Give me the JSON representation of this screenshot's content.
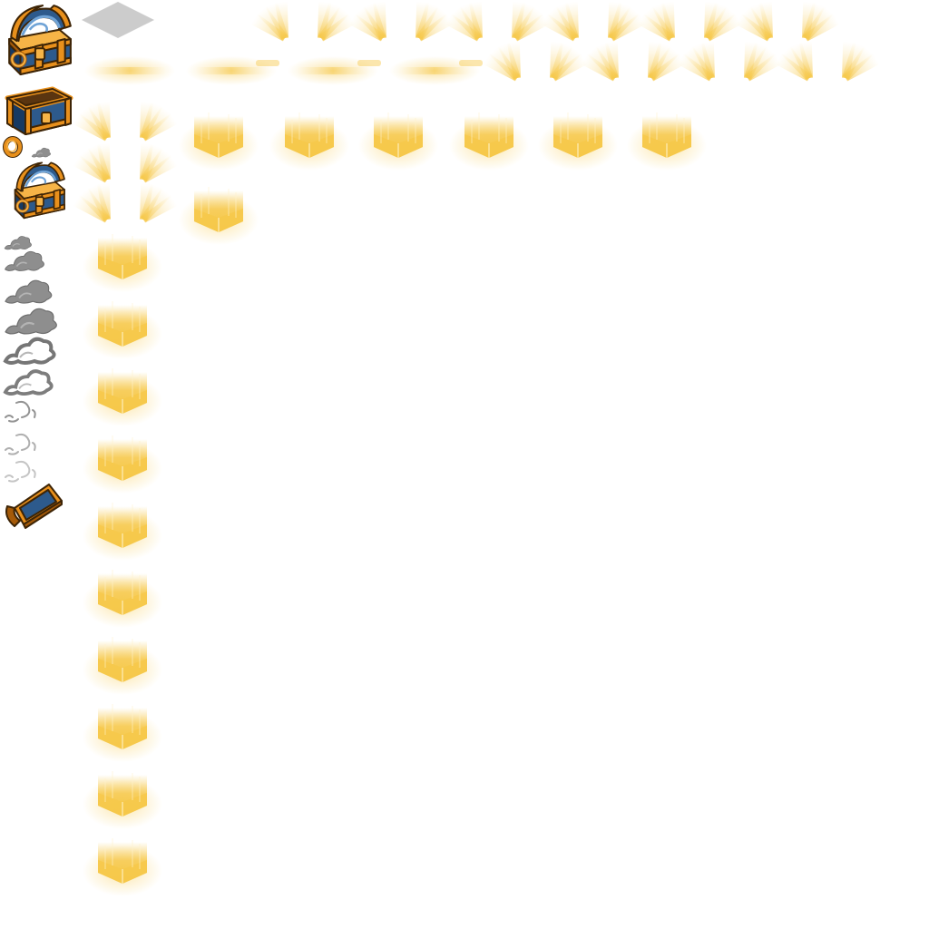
{
  "sheet": {
    "background": "#ffffff",
    "colors": {
      "chest_gold": "#e8901c",
      "chest_gold_light": "#f6b447",
      "chest_gold_dark": "#a55a09",
      "chest_blue": "#2d5a8c",
      "chest_blue_dark": "#173a63",
      "chest_swirl": "#6fa3d6",
      "outline": "#3d2406",
      "smoke": "#8e8e8e",
      "smoke_dark": "#6f6f6f",
      "tile_grey": "#cccccc",
      "glow": "#f6c84a",
      "glow_soft": "#fbe3a0"
    },
    "sprites": [
      {
        "name": "chest-closed-sprite",
        "kind": "chest-closed",
        "icon": "treasure-chest-closed-icon"
      },
      {
        "name": "chest-open-sprite",
        "kind": "chest-open",
        "icon": "treasure-chest-open-icon"
      },
      {
        "name": "chest-ring-sprite",
        "kind": "ring",
        "icon": "lock-ring-icon"
      },
      {
        "name": "chest-closed-small-sprite",
        "kind": "chest-closed",
        "icon": "treasure-chest-closed-icon"
      },
      {
        "name": "chest-lid-sprite",
        "kind": "lid",
        "icon": "chest-lid-icon"
      },
      {
        "name": "floor-tile-sprite",
        "kind": "tile",
        "icon": "floor-tile-icon"
      },
      {
        "name": "smoke-puff-sprite",
        "kind": "smoke",
        "icon": "smoke-puff-icon"
      },
      {
        "name": "light-rays-sprite",
        "kind": "rays",
        "icon": "light-rays-icon"
      },
      {
        "name": "glow-streak-sprite",
        "kind": "streak",
        "icon": "glow-streak-icon"
      },
      {
        "name": "glow-block-sprite",
        "kind": "block",
        "icon": "glow-block-icon"
      }
    ]
  }
}
